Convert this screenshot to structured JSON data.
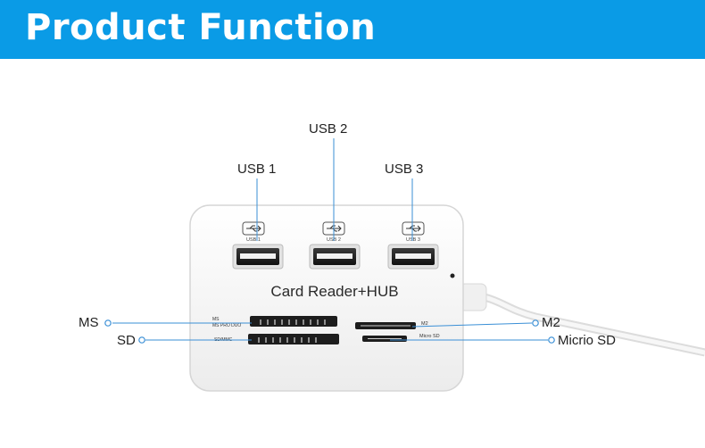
{
  "banner": {
    "title": "Product Function",
    "color": "#0a9be6"
  },
  "device": {
    "name": "Card Reader+HUB",
    "usb_ports": [
      {
        "label": "USB 1",
        "icon": "usb-icon",
        "icon_caption": "USB 1"
      },
      {
        "label": "USB 2",
        "icon": "usb-icon",
        "icon_caption": "USB 2"
      },
      {
        "label": "USB 3",
        "icon": "usb-icon",
        "icon_caption": "USB 3"
      }
    ],
    "slot_markings": {
      "ms": "MS",
      "ms_pro_duo": "MS PRO DUO",
      "sd_mmc": "SD/MMC",
      "m2": "M2",
      "micro_sd": "Micro SD"
    }
  },
  "callouts": {
    "ms": "MS",
    "sd": "SD",
    "m2": "M2",
    "micro_sd": "Micrio SD"
  },
  "colors": {
    "leader_line": "#3a8fd6",
    "device_body": "#f4f4f4",
    "device_edge": "#d6d6d6"
  }
}
